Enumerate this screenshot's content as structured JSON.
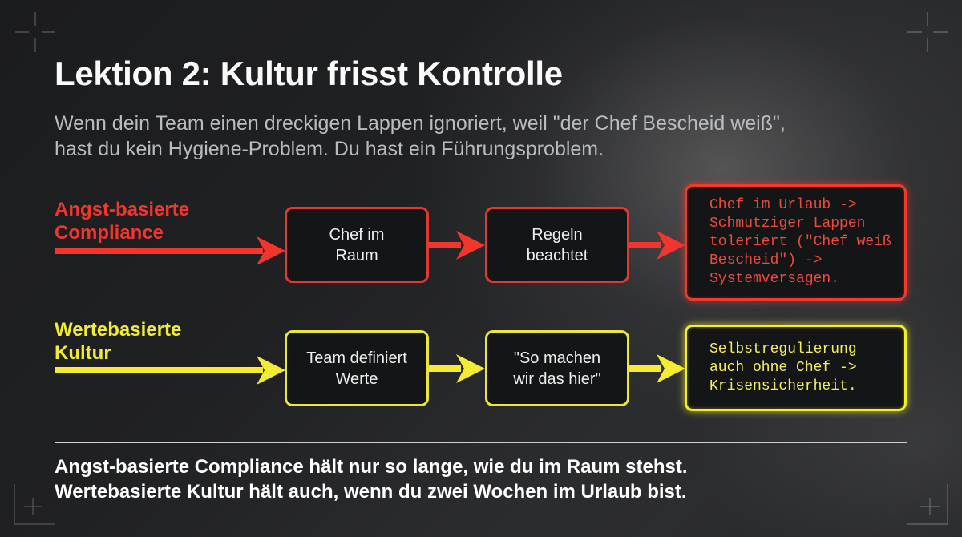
{
  "slide": {
    "title": "Lektion 2: Kultur frisst Kontrolle",
    "subtitle_line1": "Wenn dein Team einen dreckigen Lappen ignoriert, weil \"der Chef Bescheid weiß\",",
    "subtitle_line2": "hast du kein Hygiene-Problem. Du hast ein Führungsproblem."
  },
  "rows": [
    {
      "label_line1": "Angst-basierte",
      "label_line2": "Compliance",
      "color": "#f2352d",
      "steps": [
        {
          "line1": "Chef im",
          "line2": "Raum"
        },
        {
          "line1": "Regeln",
          "line2": "beachtet"
        }
      ],
      "result_lines": [
        "Chef im Urlaub ->",
        "Schmutziger Lappen",
        "toleriert (\"Chef weiß",
        "Bescheid\") ->",
        "Systemversagen."
      ]
    },
    {
      "label_line1": "Wertebasierte",
      "label_line2": "Kultur",
      "color": "#f3ec33",
      "steps": [
        {
          "line1": "Team definiert",
          "line2": "Werte"
        },
        {
          "line1": "\"So machen",
          "line2": "wir das hier\""
        }
      ],
      "result_lines": [
        "Selbstregulierung",
        "auch ohne Chef ->",
        "Krisensicherheit."
      ]
    }
  ],
  "conclusion": {
    "line1": "Angst-basierte Compliance hält nur so lange, wie du im Raum stehst.",
    "line2": "Wertebasierte Kultur hält auch, wenn du zwei Wochen im Urlaub bist."
  }
}
